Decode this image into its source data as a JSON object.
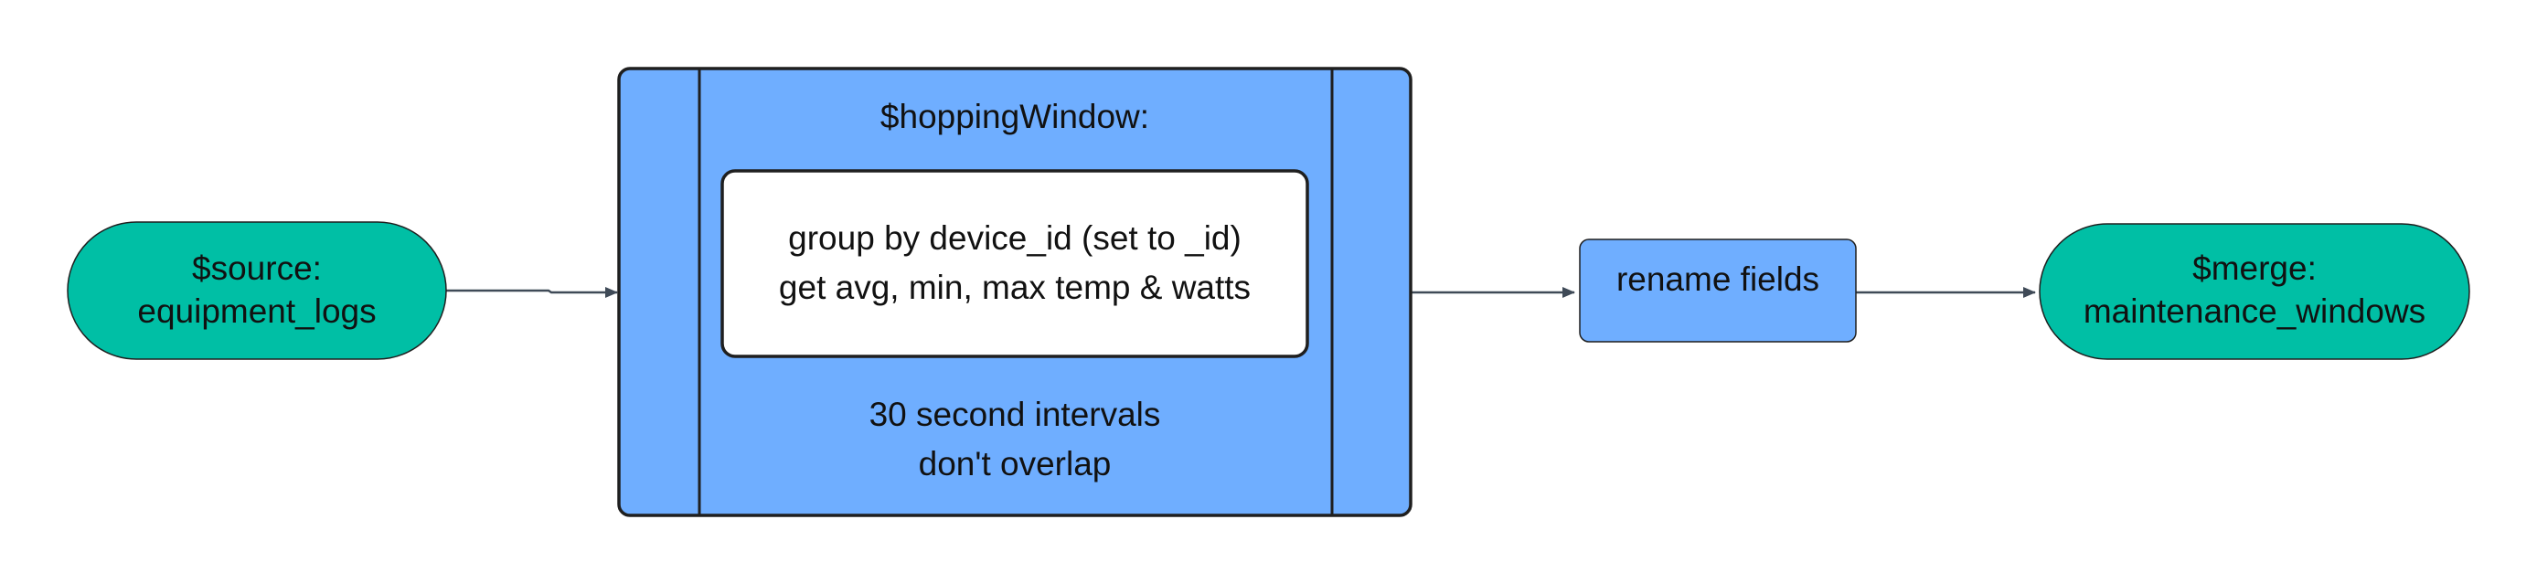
{
  "diagram": {
    "source": {
      "line1": "$source:",
      "line2": "equipment_logs"
    },
    "hopping_window": {
      "title": "$hoppingWindow:",
      "inner_line1": "group by device_id (set to _id)",
      "inner_line2": "get avg, min, max temp & watts",
      "footer_line1": "30 second intervals",
      "footer_line2": "don't overlap"
    },
    "rename": {
      "label": "rename fields"
    },
    "merge": {
      "line1": "$merge:",
      "line2": "maintenance_windows"
    }
  },
  "colors": {
    "terminal_fill": "#00BFA5",
    "stage_fill": "#6FAEFF",
    "inner_fill": "#FFFFFF",
    "stroke": "#1F1F1F",
    "arrow": "#3F4A57"
  }
}
